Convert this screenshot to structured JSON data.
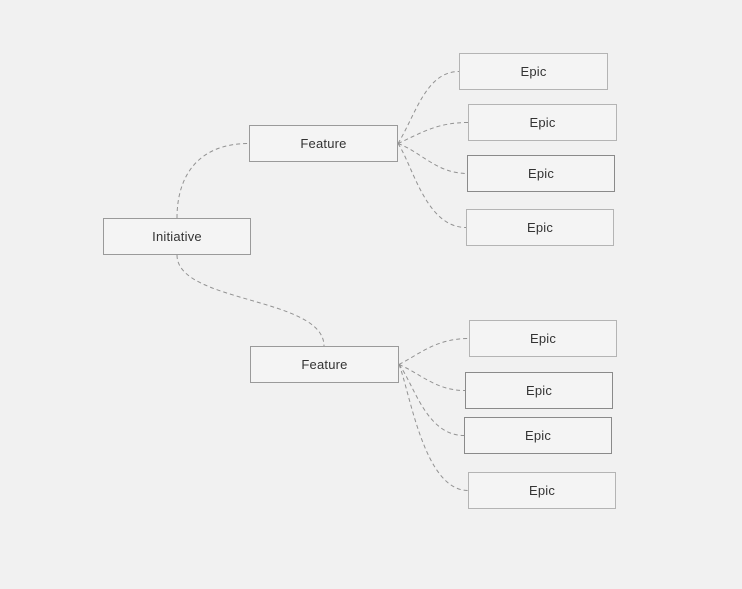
{
  "diagram": {
    "type": "tree",
    "nodes": [
      {
        "id": "initiative",
        "label": "Initiative"
      },
      {
        "id": "feature-1",
        "label": "Feature"
      },
      {
        "id": "feature-2",
        "label": "Feature"
      },
      {
        "id": "epic-1",
        "label": "Epic"
      },
      {
        "id": "epic-2",
        "label": "Epic"
      },
      {
        "id": "epic-3",
        "label": "Epic"
      },
      {
        "id": "epic-4",
        "label": "Epic"
      },
      {
        "id": "epic-5",
        "label": "Epic"
      },
      {
        "id": "epic-6",
        "label": "Epic"
      },
      {
        "id": "epic-7",
        "label": "Epic"
      },
      {
        "id": "epic-8",
        "label": "Epic"
      }
    ],
    "edges": [
      {
        "from": "initiative",
        "to": "feature-1"
      },
      {
        "from": "initiative",
        "to": "feature-2"
      },
      {
        "from": "feature-1",
        "to": "epic-1"
      },
      {
        "from": "feature-1",
        "to": "epic-2"
      },
      {
        "from": "feature-1",
        "to": "epic-3"
      },
      {
        "from": "feature-1",
        "to": "epic-4"
      },
      {
        "from": "feature-2",
        "to": "epic-5"
      },
      {
        "from": "feature-2",
        "to": "epic-6"
      },
      {
        "from": "feature-2",
        "to": "epic-7"
      },
      {
        "from": "feature-2",
        "to": "epic-8"
      }
    ],
    "colors": {
      "background": "#f1f1f1",
      "node_fill": "#f4f4f4",
      "node_border_light": "#b4b4b4",
      "node_border_medium": "#9a9a9a",
      "node_border_dark": "#8a8a8a",
      "connector": "#929292",
      "text": "#333333"
    },
    "connector_style": "dashed-curve"
  }
}
